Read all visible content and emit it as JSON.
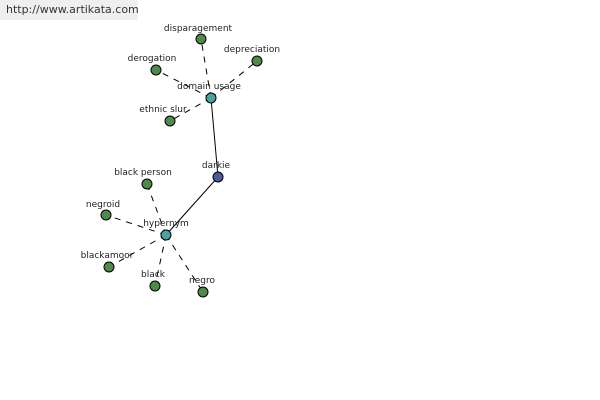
{
  "header": {
    "url": "http://www.artikata.com"
  },
  "colors": {
    "leaf": "#4f8a4b",
    "hub": "#4aa3a3",
    "root": "#4c5a9c"
  },
  "graph": {
    "nodes": [
      {
        "id": "darkie",
        "label": "darkie",
        "kind": "root"
      },
      {
        "id": "domain-usage",
        "label": "domain usage",
        "kind": "hub"
      },
      {
        "id": "hypernym",
        "label": "hypernym",
        "kind": "hub"
      },
      {
        "id": "disparagement",
        "label": "disparagement",
        "kind": "leaf"
      },
      {
        "id": "depreciation",
        "label": "depreciation",
        "kind": "leaf"
      },
      {
        "id": "derogation",
        "label": "derogation",
        "kind": "leaf"
      },
      {
        "id": "ethnic-slur",
        "label": "ethnic slur",
        "kind": "leaf"
      },
      {
        "id": "black-person",
        "label": "black person",
        "kind": "leaf"
      },
      {
        "id": "negroid",
        "label": "negroid",
        "kind": "leaf"
      },
      {
        "id": "blackamoor",
        "label": "blackamoor",
        "kind": "leaf"
      },
      {
        "id": "black",
        "label": "black",
        "kind": "leaf"
      },
      {
        "id": "negro",
        "label": "negro",
        "kind": "leaf"
      }
    ],
    "edges": [
      {
        "from": "darkie",
        "to": "domain-usage",
        "style": "solid"
      },
      {
        "from": "darkie",
        "to": "hypernym",
        "style": "solid"
      },
      {
        "from": "domain-usage",
        "to": "disparagement",
        "style": "dashed"
      },
      {
        "from": "domain-usage",
        "to": "depreciation",
        "style": "dashed"
      },
      {
        "from": "domain-usage",
        "to": "derogation",
        "style": "dashed"
      },
      {
        "from": "domain-usage",
        "to": "ethnic-slur",
        "style": "dashed"
      },
      {
        "from": "hypernym",
        "to": "black-person",
        "style": "dashed"
      },
      {
        "from": "hypernym",
        "to": "negroid",
        "style": "dashed"
      },
      {
        "from": "hypernym",
        "to": "blackamoor",
        "style": "dashed"
      },
      {
        "from": "hypernym",
        "to": "black",
        "style": "dashed"
      },
      {
        "from": "hypernym",
        "to": "negro",
        "style": "dashed"
      }
    ]
  }
}
